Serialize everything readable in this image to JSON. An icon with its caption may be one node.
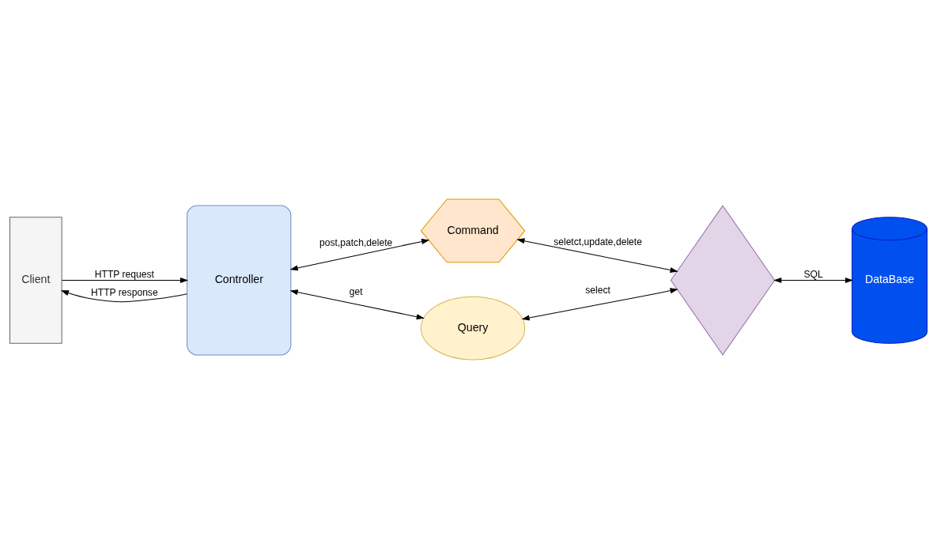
{
  "diagram": {
    "nodes": [
      {
        "text": [
          "Client"
        ]
      },
      {
        "text": [
          "Controller"
        ]
      },
      {
        "text": [
          "Command"
        ]
      },
      {
        "text": [
          "Query"
        ]
      },
      {
        "text": [],
        "shape": "diamond"
      },
      {
        "text": [
          "DataBase"
        ]
      }
    ],
    "edges": [
      {
        "from": 0,
        "to": 1,
        "arrow": "to",
        "label": "HTTP request"
      },
      {
        "from": 1,
        "to": 0,
        "arrow": "to",
        "label": "HTTP response"
      },
      {
        "from": 1,
        "to": 2,
        "arrow": "both",
        "label": "post,patch,delete"
      },
      {
        "from": 1,
        "to": 3,
        "arrow": "both",
        "label": "get"
      },
      {
        "from": 2,
        "to": 4,
        "arrow": "both",
        "label": "seletct,update,delete"
      },
      {
        "from": 3,
        "to": 4,
        "arrow": "both",
        "label": "select"
      },
      {
        "from": 4,
        "to": 5,
        "arrow": "both",
        "label": "SQL"
      }
    ]
  }
}
